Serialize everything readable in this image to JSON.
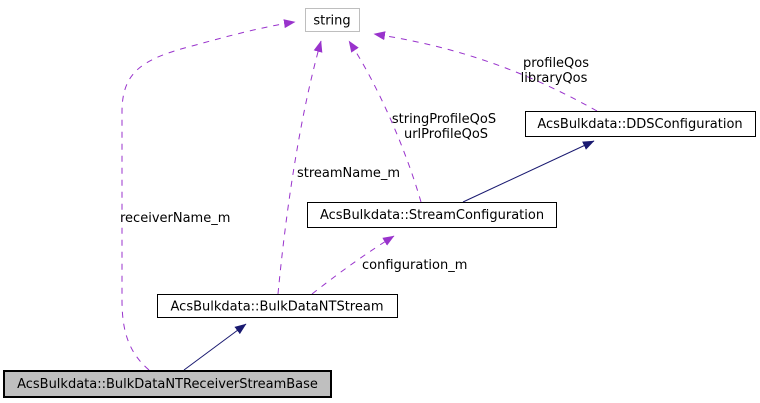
{
  "diagram": {
    "type": "collaboration-graph",
    "colors": {
      "background": "#ffffff",
      "usage_edge": "#9933cc",
      "inheritance_edge": "#191970",
      "node_border": "#000000",
      "external_node_border": "#bebebe",
      "focus_node_fill": "#bfbfbf",
      "node_fill": "#ffffff"
    },
    "nodes": {
      "string": {
        "label": "string"
      },
      "dds_configuration": {
        "label": "AcsBulkdata::DDSConfiguration"
      },
      "stream_configuration": {
        "label": "AcsBulkdata::StreamConfiguration"
      },
      "bulkdata_nt_stream": {
        "label": "AcsBulkdata::BulkDataNTStream"
      },
      "receiver_stream_base": {
        "label": "AcsBulkdata::BulkDataNTReceiverStreamBase"
      }
    },
    "edge_labels": {
      "profile_qos_line1": "profileQos",
      "profile_qos_line2": "libraryQos",
      "string_profile_line1": "stringProfileQoS",
      "string_profile_line2": "urlProfileQoS",
      "stream_name": "streamName_m",
      "receiver_name": "receiverName_m",
      "configuration": "configuration_m"
    }
  }
}
